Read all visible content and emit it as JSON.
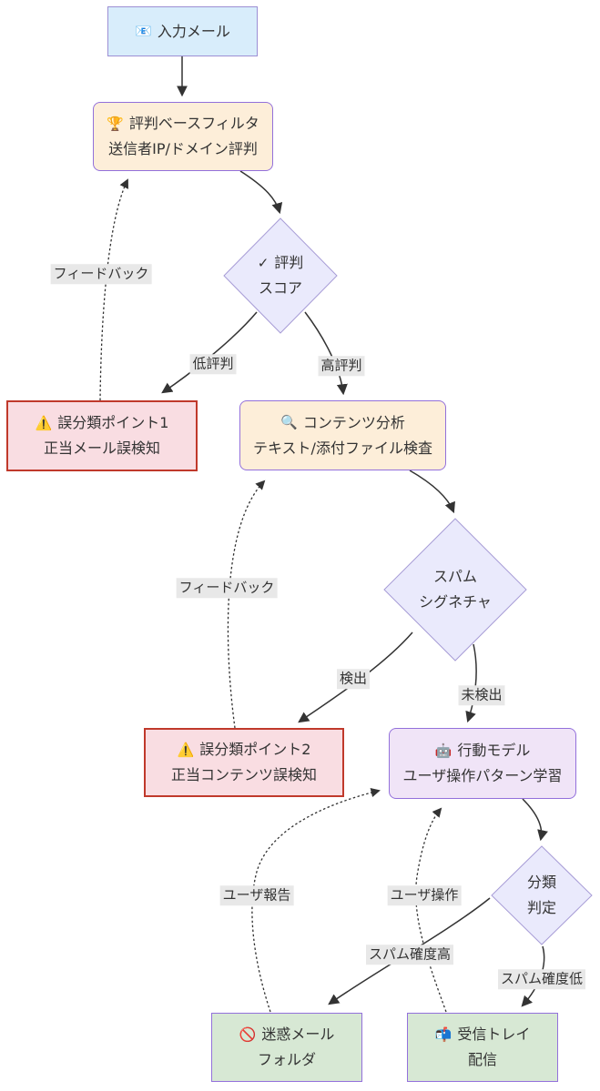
{
  "diagram": {
    "type": "flowchart",
    "direction": "top-down",
    "topic": "メールスパムフィルタリングの流れ"
  },
  "nodes": {
    "input_mail": {
      "icon": "📧",
      "title": "入力メール"
    },
    "reputation_filter": {
      "icon": "🏆",
      "title": "評判ベースフィルタ",
      "subtitle": "送信者IP/ドメイン評判"
    },
    "reputation_score": {
      "icon": "✓",
      "title": "評判",
      "subtitle": "スコア"
    },
    "misclass_point1": {
      "icon": "⚠️",
      "title": "誤分類ポイント1",
      "subtitle": "正当メール誤検知"
    },
    "content_analysis": {
      "icon": "🔍",
      "title": "コンテンツ分析",
      "subtitle": "テキスト/添付ファイル検査"
    },
    "spam_signature": {
      "title": "スパム",
      "subtitle": "シグネチャ"
    },
    "misclass_point2": {
      "icon": "⚠️",
      "title": "誤分類ポイント2",
      "subtitle": "正当コンテンツ誤検知"
    },
    "behavior_model": {
      "icon": "🤖",
      "title": "行動モデル",
      "subtitle": "ユーザ操作パターン学習"
    },
    "classification": {
      "title": "分類",
      "subtitle": "判定"
    },
    "spam_folder": {
      "icon": "🚫",
      "title": "迷惑メール",
      "subtitle": "フォルダ"
    },
    "inbox_delivery": {
      "icon": "📬",
      "title": "受信トレイ",
      "subtitle": "配信"
    }
  },
  "edge_labels": {
    "feedback1": "フィードバック",
    "low_reputation": "低評判",
    "high_reputation": "高評判",
    "feedback2": "フィードバック",
    "detected": "検出",
    "undetected": "未検出",
    "user_report": "ユーザ報告",
    "user_action": "ユーザ操作",
    "spam_confidence_high": "スパム確度高",
    "spam_confidence_low": "スパム確度低"
  },
  "colors": {
    "input_fill": "#d8edfb",
    "process_fill": "#fdeed9",
    "decision_fill": "#eaeafc",
    "alert_fill": "#f9dde2",
    "alert_border": "#c0392b",
    "model_fill": "#f0e4f7",
    "terminal_fill": "#d7e8d4",
    "node_border": "#9370db",
    "edge_stroke": "#333333",
    "edge_label_bg": "#e8e8e8"
  }
}
